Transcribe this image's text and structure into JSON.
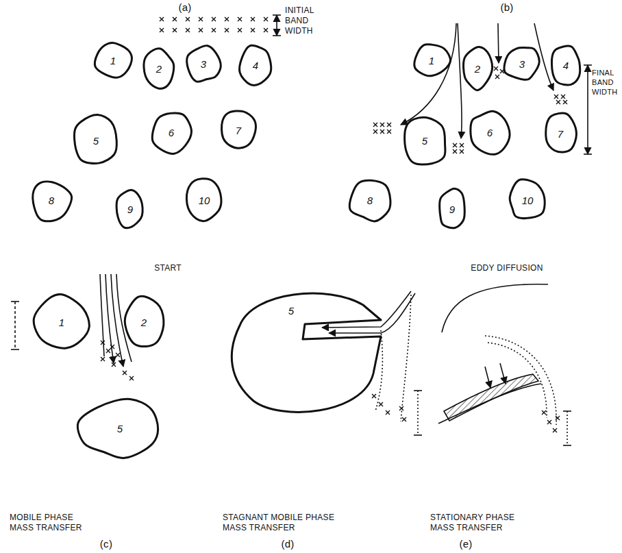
{
  "diagram": {
    "nodes": [
      {
        "text": [
          "1"
        ]
      },
      {
        "text": [
          "2"
        ]
      },
      {
        "text": [
          "3"
        ]
      },
      {
        "text": [
          "4"
        ]
      },
      {
        "text": [
          "5"
        ]
      },
      {
        "text": [
          "6"
        ]
      },
      {
        "text": [
          "7"
        ]
      },
      {
        "text": [
          "8"
        ]
      },
      {
        "text": [
          "9"
        ]
      },
      {
        "text": [
          "10"
        ]
      },
      {
        "text": [
          "1"
        ]
      },
      {
        "text": [
          "2"
        ]
      },
      {
        "text": [
          "3"
        ]
      },
      {
        "text": [
          "4"
        ]
      },
      {
        "text": [
          "5"
        ]
      },
      {
        "text": [
          "6"
        ]
      },
      {
        "text": [
          "7"
        ]
      },
      {
        "text": [
          "8"
        ]
      },
      {
        "text": [
          "9"
        ]
      },
      {
        "text": [
          "10"
        ]
      },
      {
        "text": [
          "1"
        ]
      },
      {
        "text": [
          "2"
        ]
      },
      {
        "text": [
          "5"
        ]
      },
      {
        "text": [
          "5"
        ]
      }
    ],
    "labels": [
      "(a)",
      "INITIAL BAND WIDTH",
      "(b)",
      "FINAL BAND WIDTH",
      "START",
      "EDDY DIFFUSION",
      "MOBILE PHASE MASS TRANSFER",
      "STAGNANT MOBILE PHASE MASS TRANSFER",
      "STATIONARY PHASE MASS TRANSFER",
      "(c)",
      "(d)",
      "(e)"
    ]
  }
}
